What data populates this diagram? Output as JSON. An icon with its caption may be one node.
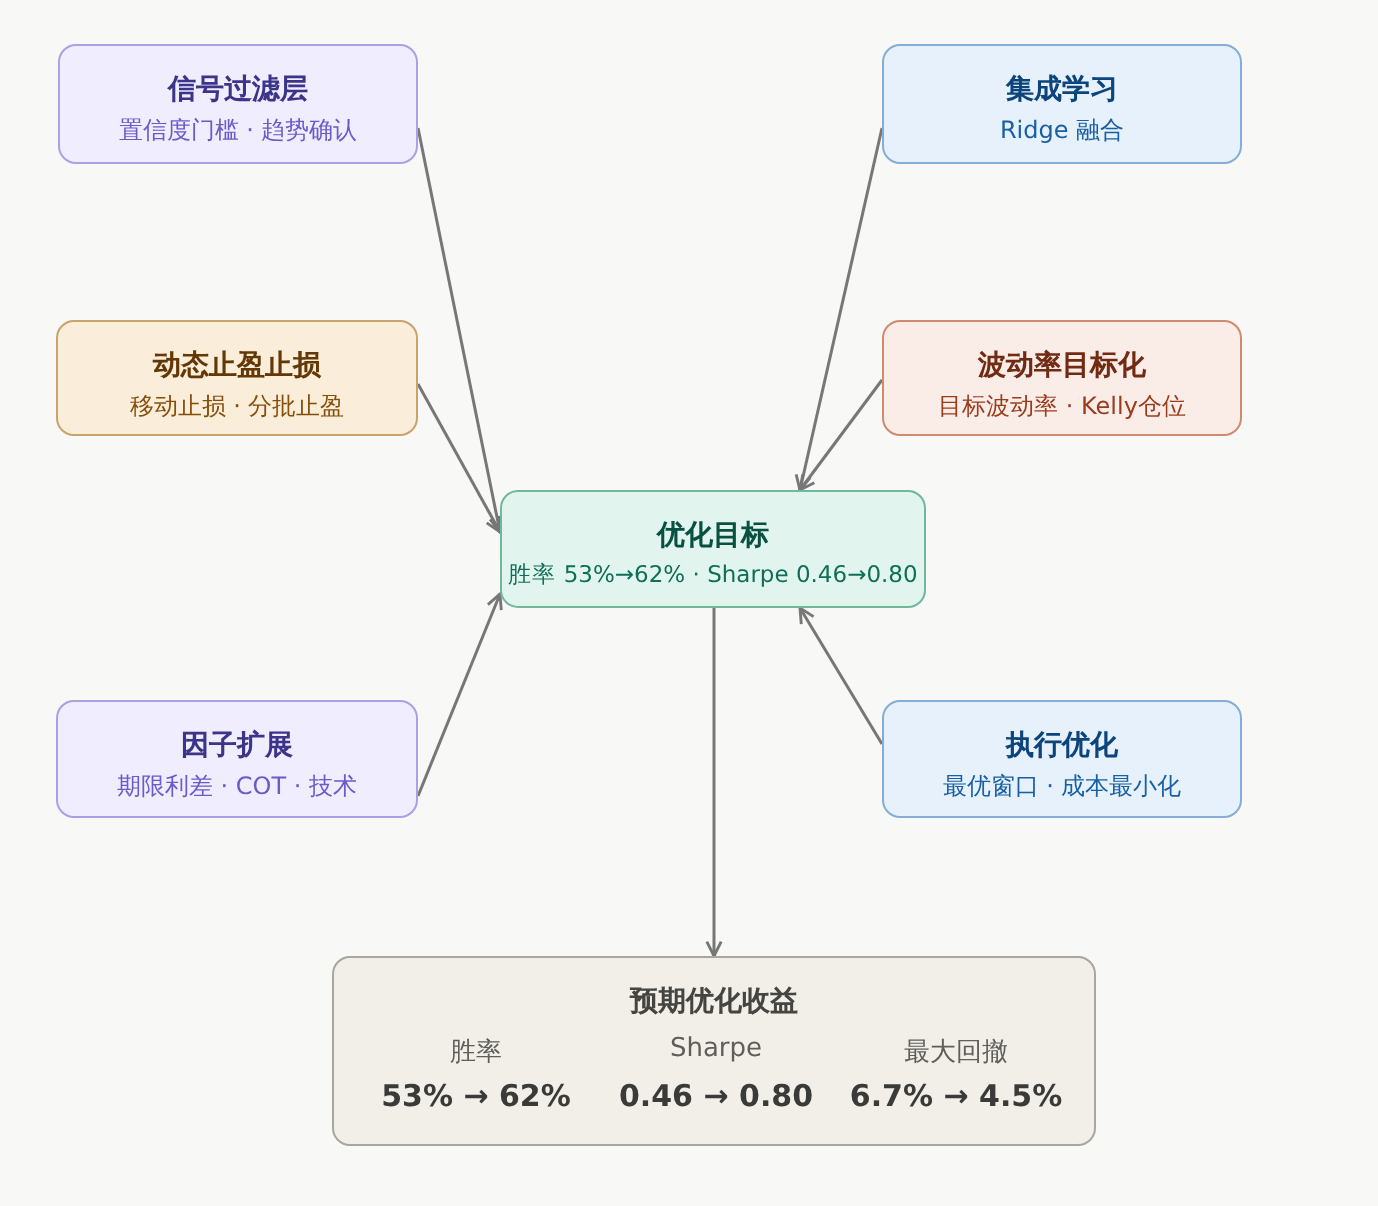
{
  "diagram": {
    "nodes": [
      {
        "text": [
          "信号过滤层",
          "置信度门槛 · 趋势确认"
        ]
      },
      {
        "text": [
          "集成学习",
          "Ridge 融合"
        ]
      },
      {
        "text": [
          "动态止盈止损",
          "移动止损 · 分批止盈"
        ]
      },
      {
        "text": [
          "波动率目标化",
          "目标波动率 · Kelly仓位"
        ]
      },
      {
        "text": [
          "优化目标",
          "胜率 53%→62% · Sharpe 0.46→0.80"
        ]
      },
      {
        "text": [
          "因子扩展",
          "期限利差 · COT · 技术"
        ]
      },
      {
        "text": [
          "执行优化",
          "最优窗口 · 成本最小化"
        ]
      },
      {
        "text": [
          "预期优化收益",
          "胜率",
          "Sharpe",
          "最大回撤",
          "53% → 62%",
          "0.46 → 0.80",
          "6.7% → 4.5%"
        ]
      }
    ],
    "edges": [
      {
        "from": 0,
        "to": 4,
        "arrow": "to"
      },
      {
        "from": 1,
        "to": 4,
        "arrow": "to"
      },
      {
        "from": 2,
        "to": 4,
        "arrow": "to"
      },
      {
        "from": 3,
        "to": 4,
        "arrow": "to"
      },
      {
        "from": 5,
        "to": 4,
        "arrow": "to"
      },
      {
        "from": 6,
        "to": 4,
        "arrow": "to"
      },
      {
        "from": 4,
        "to": 7,
        "arrow": "to"
      }
    ]
  }
}
